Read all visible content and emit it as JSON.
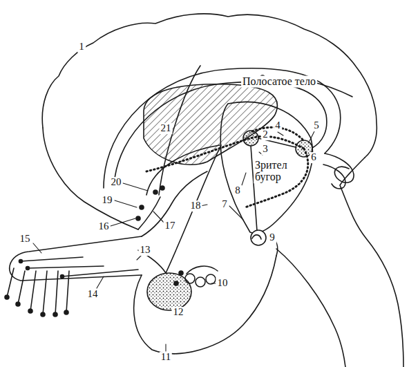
{
  "diagram": {
    "labels": [
      "1",
      "Полосатое тело",
      "21",
      "2",
      "4",
      "5",
      "3",
      "6",
      "Зрител бугор",
      "8",
      "7",
      "9",
      "20",
      "19",
      "18",
      "16",
      "17",
      "15",
      "13",
      "14",
      "10",
      "12",
      "11"
    ]
  }
}
